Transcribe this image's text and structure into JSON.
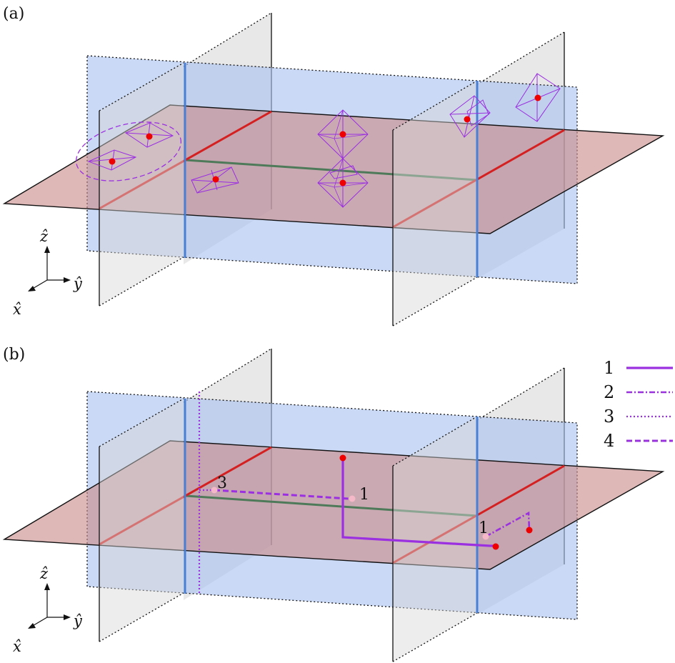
{
  "figure": {
    "panels": [
      {
        "label": "(a)",
        "axes": {
          "z": "ẑ",
          "y": "ŷ",
          "x": "x̂"
        }
      },
      {
        "label": "(b)",
        "axes": {
          "z": "ẑ",
          "y": "ŷ",
          "x": "x̂"
        },
        "path_labels": [
          "3",
          "1",
          "1"
        ]
      }
    ],
    "legend": {
      "entries": [
        {
          "label": "1",
          "style": "solid"
        },
        {
          "label": "2",
          "style": "dash-dot"
        },
        {
          "label": "3",
          "style": "dotted"
        },
        {
          "label": "4",
          "style": "dashed"
        }
      ]
    },
    "colors": {
      "horizontal_plane": "#c98a8a",
      "blue_plane": "#a9c2ef",
      "gray_plane": "#d9d9d9",
      "red_line": "#d42020",
      "blue_line": "#4a7fd6",
      "green_line": "#4f7a5a",
      "path_purple": "#9b30e0",
      "dot_red": "#ee0000",
      "dot_pink": "#f4b8c8"
    }
  }
}
